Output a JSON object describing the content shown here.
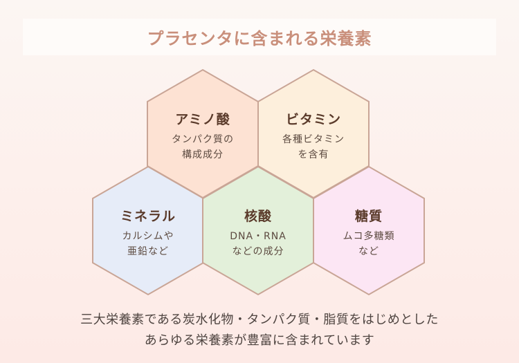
{
  "title": "プラセンタに含まれる栄養素",
  "colors": {
    "title": "#c98f7b",
    "stroke": "#c9a596",
    "amino": "#fde2d3",
    "vitamin": "#fdefdc",
    "mineral": "#e6ecf8",
    "nucleic": "#e3f0da",
    "sugar": "#fce6f4"
  },
  "hexagons": [
    {
      "id": "amino",
      "name": "アミノ酸",
      "desc_line1": "タンパク質の",
      "desc_line2": "構成成分"
    },
    {
      "id": "vitamin",
      "name": "ビタミン",
      "desc_line1": "各種ビタミン",
      "desc_line2": "を含有"
    },
    {
      "id": "mineral",
      "name": "ミネラル",
      "desc_line1": "カルシムや",
      "desc_line2": "亜鉛など"
    },
    {
      "id": "nucleic",
      "name": "核酸",
      "desc_line1": "DNA・RNA",
      "desc_line2": "などの成分"
    },
    {
      "id": "sugar",
      "name": "糖質",
      "desc_line1": "ムコ多糖類",
      "desc_line2": "など"
    }
  ],
  "footer": {
    "line1": "三大栄養素である炭水化物・タンパク質・脂質をはじめとした",
    "line2": "あらゆる栄養素が豊富に含まれています"
  }
}
